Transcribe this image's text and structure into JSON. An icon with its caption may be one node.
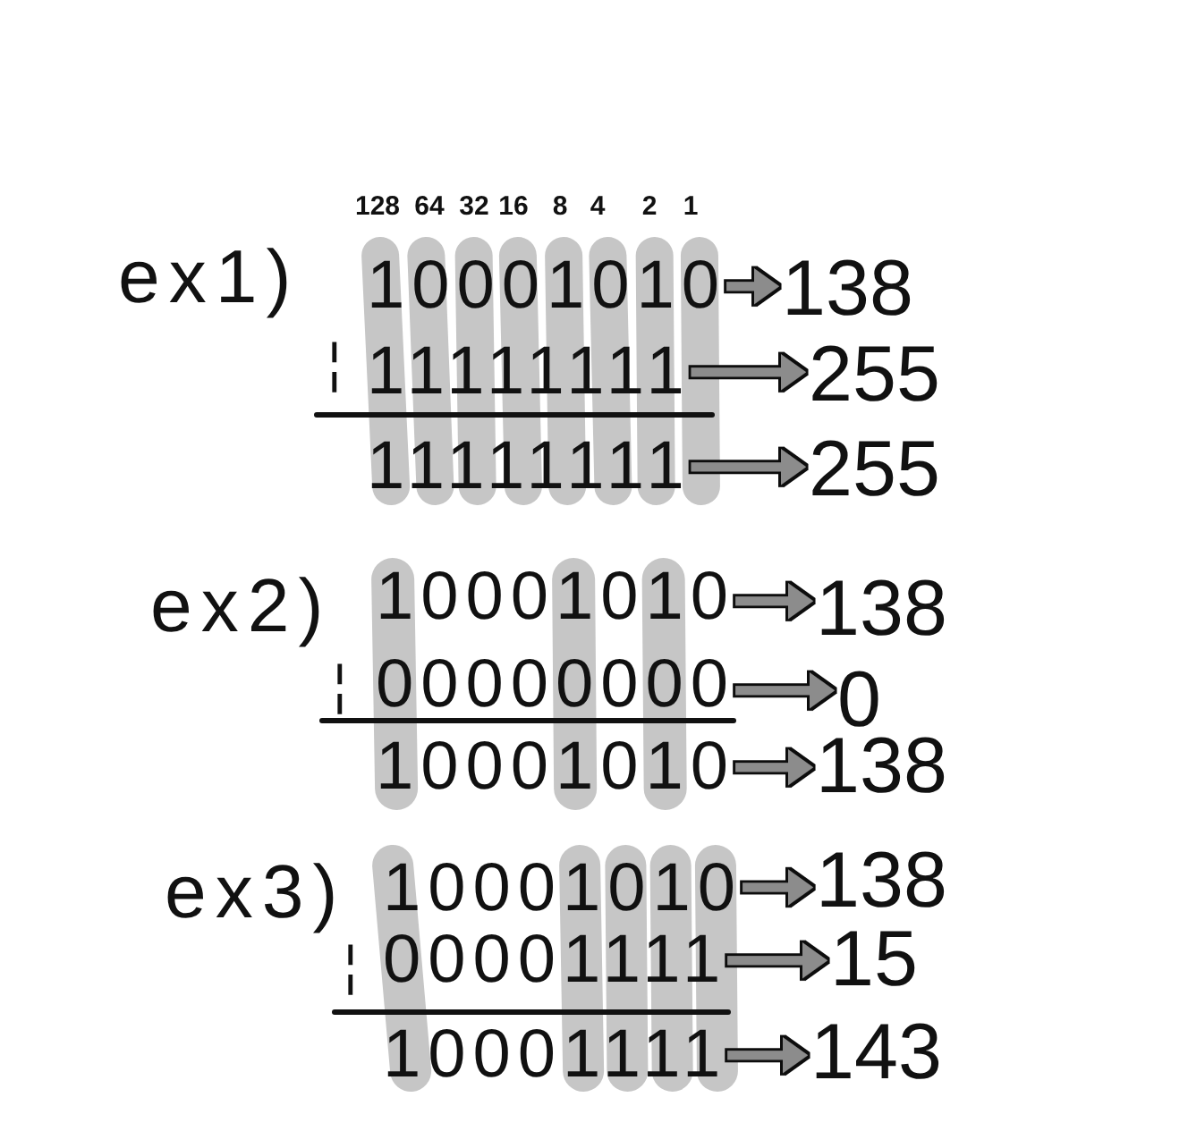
{
  "diagram": {
    "nodes": [
      {
        "text": [
          "10001010"
        ]
      },
      {
        "text": [
          "138"
        ]
      },
      {
        "text": [
          "11111111"
        ]
      },
      {
        "text": [
          "255"
        ]
      },
      {
        "text": [
          "11111111"
        ]
      },
      {
        "text": [
          "255"
        ]
      },
      {
        "text": [
          "10001010"
        ]
      },
      {
        "text": [
          "138"
        ]
      },
      {
        "text": [
          "00000000"
        ]
      },
      {
        "text": [
          "0"
        ]
      },
      {
        "text": [
          "10001010"
        ]
      },
      {
        "text": [
          "138"
        ]
      },
      {
        "text": [
          "10001010"
        ]
      },
      {
        "text": [
          "138"
        ]
      },
      {
        "text": [
          "00001111"
        ]
      },
      {
        "text": [
          "15"
        ]
      },
      {
        "text": [
          "10001111"
        ]
      },
      {
        "text": [
          "143"
        ]
      }
    ],
    "edges": [
      {
        "from": 0,
        "to": 1,
        "arrow": "to"
      },
      {
        "from": 2,
        "to": 3,
        "arrow": "to"
      },
      {
        "from": 4,
        "to": 5,
        "arrow": "to"
      },
      {
        "from": 6,
        "to": 7,
        "arrow": "to"
      },
      {
        "from": 8,
        "to": 9,
        "arrow": "to"
      },
      {
        "from": 10,
        "to": 11,
        "arrow": "to"
      },
      {
        "from": 12,
        "to": 13,
        "arrow": "to"
      },
      {
        "from": 14,
        "to": 15,
        "arrow": "to"
      },
      {
        "from": 16,
        "to": 17,
        "arrow": "to"
      }
    ],
    "labels": [
      "128",
      "64",
      "32",
      "16",
      "8",
      "4",
      "2",
      "1",
      "ex1)",
      "¦",
      "ex2)",
      "¦",
      "ex3)",
      "¦"
    ]
  }
}
